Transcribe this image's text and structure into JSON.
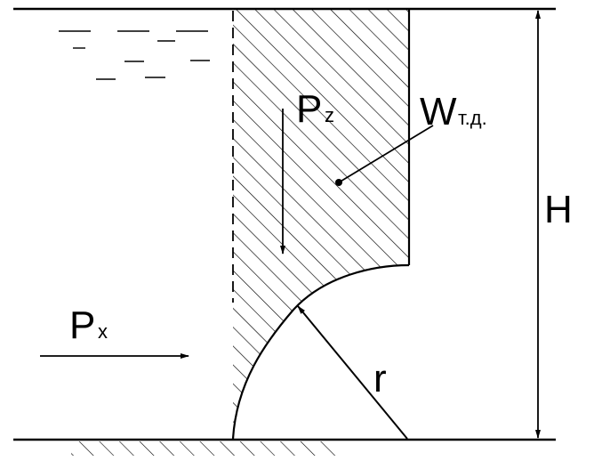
{
  "labels": {
    "pz_main": "P",
    "pz_sub": "z",
    "px_main": "P",
    "px_sub": "x",
    "w_main": "W",
    "w_sub": "т.д.",
    "h": "H",
    "r": "r"
  },
  "colors": {
    "stroke": "#000000",
    "background": "#ffffff"
  },
  "icons": {
    "water_surface": "water-surface-dashes",
    "hatch": "diagonal-hatching",
    "ground": "ground-hatching"
  }
}
